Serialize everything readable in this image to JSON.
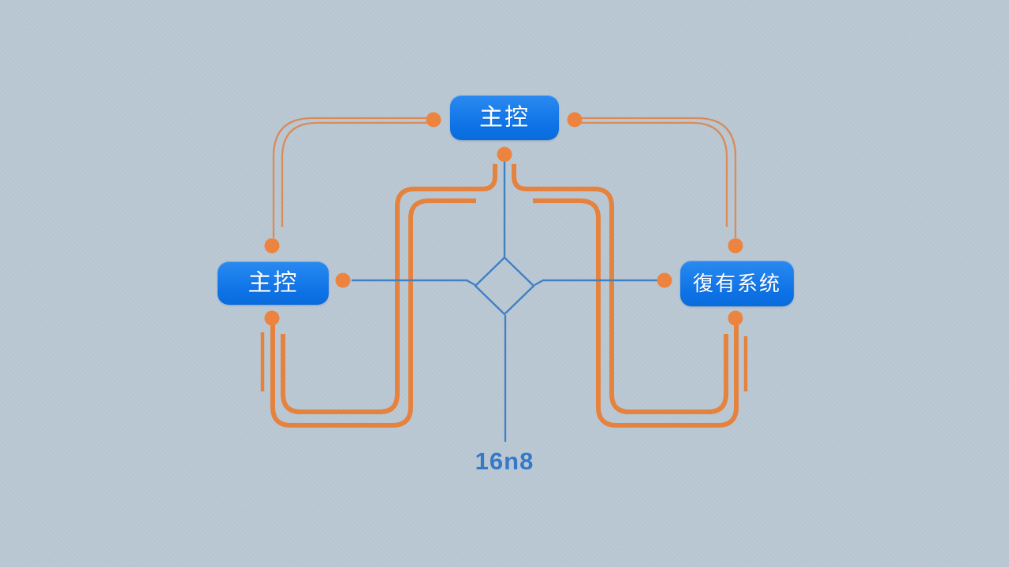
{
  "diagram": {
    "title": "",
    "nodes": [
      {
        "id": "top",
        "label": "主控"
      },
      {
        "id": "left",
        "label": "主控"
      },
      {
        "id": "right",
        "label": "復有系统"
      }
    ],
    "caption": "16n8",
    "connector_dot_count": 9,
    "colors": {
      "background": "#b9c7d3",
      "node_fill": "#1177e9",
      "node_text": "#ffffff",
      "orange_thick_line": "#e5823e",
      "orange_thin_line": "#d98b58",
      "orange_dot": "#ec8440",
      "blue_line": "#4080c5",
      "caption_text": "#3579c8"
    }
  }
}
